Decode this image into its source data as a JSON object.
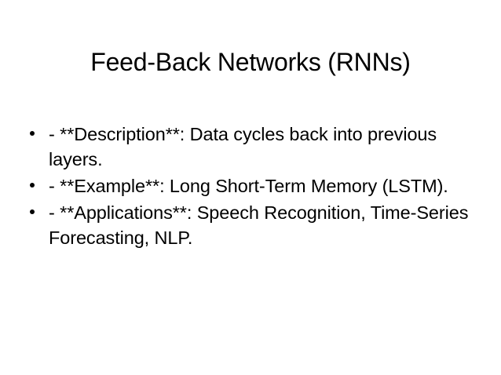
{
  "slide": {
    "title": "Feed-Back Networks (RNNs)",
    "background_color": "#ffffff",
    "text_color": "#000000",
    "bullets": [
      {
        "marker": "round-bullet",
        "text": "- **Description**: Data cycles back into previous layers."
      },
      {
        "marker": "round-bullet",
        "text": "- **Example**: Long Short-Term Memory (LSTM)."
      },
      {
        "marker": "round-bullet",
        "text": "- **Applications**: Speech Recognition, Time-Series Forecasting, NLP."
      }
    ]
  }
}
